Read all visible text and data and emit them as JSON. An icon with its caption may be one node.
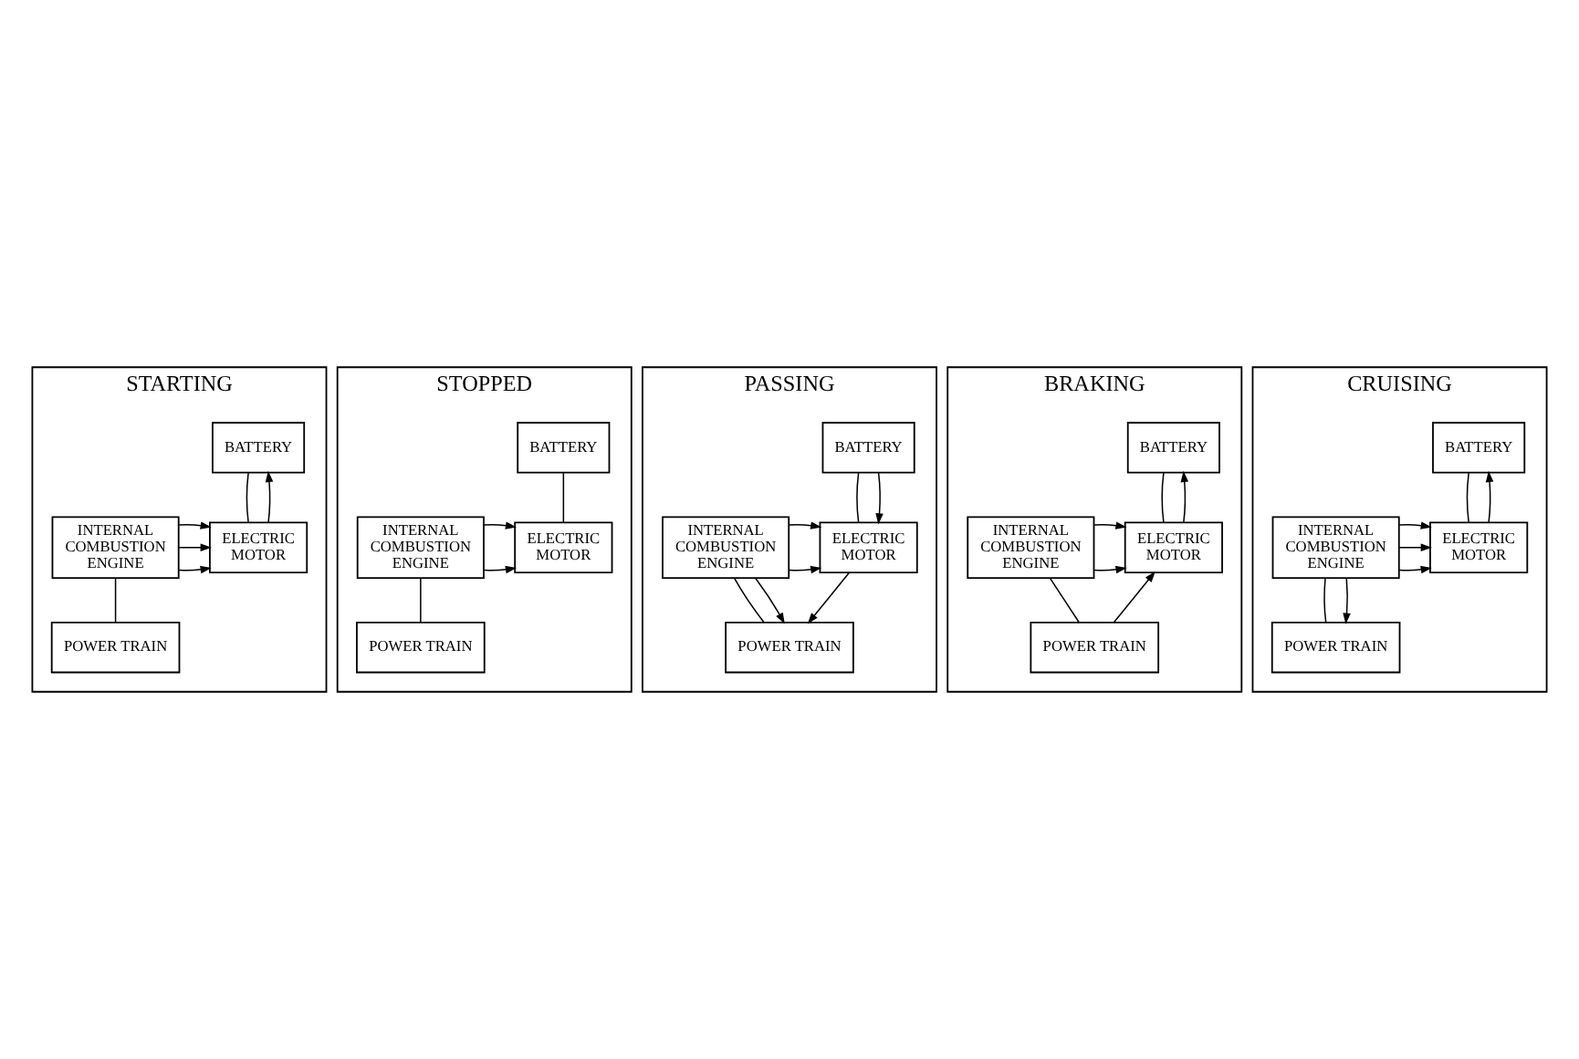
{
  "diagram": {
    "nodes": [
      {
        "text": [
          "STARTING"
        ]
      },
      {
        "text": [
          "BATTERY"
        ],
        "in": 0
      },
      {
        "text": [
          "INTERNAL COMBUSTION ENGINE"
        ],
        "in": 0
      },
      {
        "text": [
          "ELECTRIC MOTOR"
        ],
        "in": 0
      },
      {
        "text": [
          "POWER TRAIN"
        ],
        "in": 0
      },
      {
        "text": [
          "STOPPED"
        ]
      },
      {
        "text": [
          "BATTERY"
        ],
        "in": 5
      },
      {
        "text": [
          "INTERNAL COMBUSTION ENGINE"
        ],
        "in": 5
      },
      {
        "text": [
          "ELECTRIC MOTOR"
        ],
        "in": 5
      },
      {
        "text": [
          "POWER TRAIN"
        ],
        "in": 5
      },
      {
        "text": [
          "PASSING"
        ]
      },
      {
        "text": [
          "BATTERY"
        ],
        "in": 10
      },
      {
        "text": [
          "INTERNAL COMBUSTION ENGINE"
        ],
        "in": 10
      },
      {
        "text": [
          "ELECTRIC MOTOR"
        ],
        "in": 10
      },
      {
        "text": [
          "POWER TRAIN"
        ],
        "in": 10
      },
      {
        "text": [
          "BRAKING"
        ]
      },
      {
        "text": [
          "BATTERY"
        ],
        "in": 15
      },
      {
        "text": [
          "INTERNAL COMBUSTION ENGINE"
        ],
        "in": 15
      },
      {
        "text": [
          "ELECTRIC MOTOR"
        ],
        "in": 15
      },
      {
        "text": [
          "POWER TRAIN"
        ],
        "in": 15
      },
      {
        "text": [
          "CRUISING"
        ]
      },
      {
        "text": [
          "BATTERY"
        ],
        "in": 20
      },
      {
        "text": [
          "INTERNAL COMBUSTION ENGINE"
        ],
        "in": 20
      },
      {
        "text": [
          "ELECTRIC MOTOR"
        ],
        "in": 20
      },
      {
        "text": [
          "POWER TRAIN"
        ],
        "in": 20
      }
    ],
    "edges": [
      {
        "from": 1,
        "to": 3,
        "arrow": "none"
      },
      {
        "from": 2,
        "to": 3,
        "arrow": "to"
      },
      {
        "from": 2,
        "to": 3,
        "arrow": "to"
      },
      {
        "from": 2,
        "to": 4,
        "arrow": "none"
      },
      {
        "from": 3,
        "to": 1,
        "arrow": "to"
      },
      {
        "from": 2,
        "to": 3,
        "arrow": "to"
      },
      {
        "from": 6,
        "to": 8,
        "arrow": "none"
      },
      {
        "from": 7,
        "to": 8,
        "arrow": "to"
      },
      {
        "from": 7,
        "to": 8,
        "arrow": "to"
      },
      {
        "from": 7,
        "to": 9,
        "arrow": "none"
      },
      {
        "from": 11,
        "to": 13,
        "arrow": "none"
      },
      {
        "from": 12,
        "to": 13,
        "arrow": "to"
      },
      {
        "from": 12,
        "to": 13,
        "arrow": "to"
      },
      {
        "from": 12,
        "to": 14,
        "arrow": "none"
      },
      {
        "from": 11,
        "to": 13,
        "arrow": "to"
      },
      {
        "from": 12,
        "to": 14,
        "arrow": "to"
      },
      {
        "from": 13,
        "to": 14,
        "arrow": "to"
      },
      {
        "from": 16,
        "to": 18,
        "arrow": "none"
      },
      {
        "from": 17,
        "to": 18,
        "arrow": "to"
      },
      {
        "from": 17,
        "to": 18,
        "arrow": "to"
      },
      {
        "from": 17,
        "to": 19,
        "arrow": "none"
      },
      {
        "from": 18,
        "to": 16,
        "arrow": "to"
      },
      {
        "from": 19,
        "to": 18,
        "arrow": "to"
      },
      {
        "from": 21,
        "to": 23,
        "arrow": "none"
      },
      {
        "from": 22,
        "to": 23,
        "arrow": "to"
      },
      {
        "from": 22,
        "to": 23,
        "arrow": "to"
      },
      {
        "from": 22,
        "to": 24,
        "arrow": "none"
      },
      {
        "from": 23,
        "to": 21,
        "arrow": "to"
      },
      {
        "from": 22,
        "to": 23,
        "arrow": "to"
      },
      {
        "from": 22,
        "to": 24,
        "arrow": "to"
      }
    ]
  }
}
